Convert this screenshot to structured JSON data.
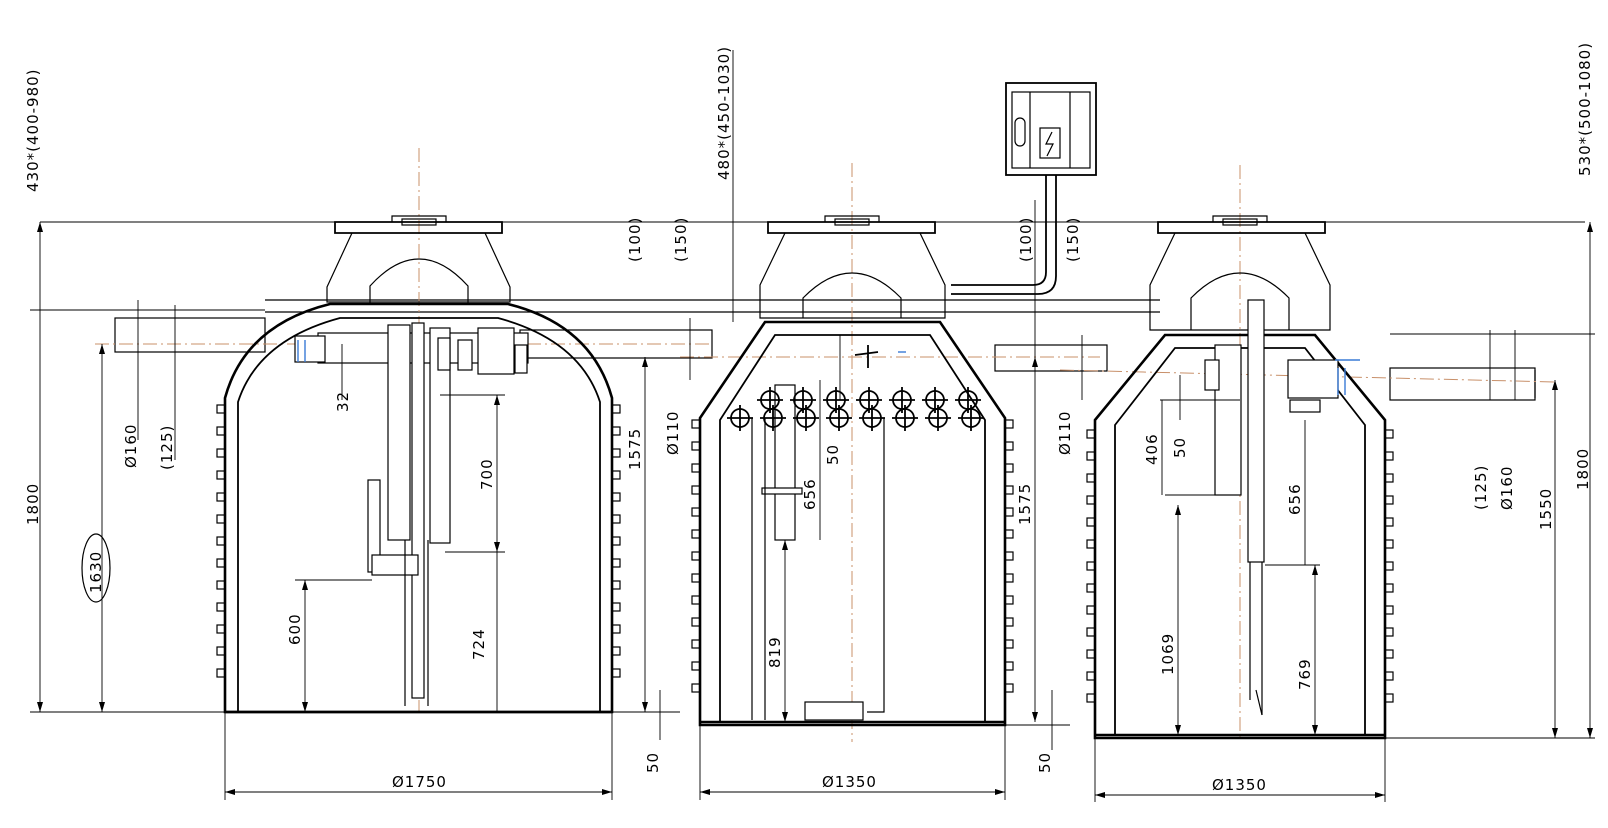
{
  "colors": {
    "line": "#000000",
    "centerline": "#c8906a",
    "seal": "#3a7bd5",
    "background": "#ffffff"
  },
  "icons": {
    "control_box": "electric-control-box-icon"
  },
  "dims": {
    "neck_1": "430*(400-980)",
    "neck_2": "480*(450-1030)",
    "neck_3": "530*(500-1080)",
    "d1_inlet_offset": "(100)",
    "d1_outlet_offset": "(150)",
    "d2_inlet_offset": "(100)",
    "d2_outlet_offset": "(150)",
    "t1_total_height": "1800",
    "t1_inlet_height": "1630",
    "t1_inlet_dia": "Ø160",
    "t1_inlet_inner": "(125)",
    "t1_gap": "32",
    "t1_pipe_700": "700",
    "t1_pipe_724": "724",
    "t1_level_600": "600",
    "t1_diameter": "Ø1750",
    "t1_outlet_height": "1575",
    "t1_base_offset": "50",
    "t2_pipe_dia": "Ø110",
    "t2_gap": "50",
    "t2_pipe_656": "656",
    "t2_level_819": "819",
    "t2_diameter": "Ø1350",
    "t2_outlet_height": "1575",
    "t2_base_offset": "50",
    "t3_pipe_dia": "Ø110",
    "t3_pipe_406": "406",
    "t3_gap": "50",
    "t3_level_1069": "1069",
    "t3_pipe_656": "656",
    "t3_level_769": "769",
    "t3_diameter": "Ø1350",
    "t3_outlet_inner": "(125)",
    "t3_outlet_dia": "Ø160",
    "t3_outlet_height": "1550",
    "t3_total_height": "1800"
  }
}
